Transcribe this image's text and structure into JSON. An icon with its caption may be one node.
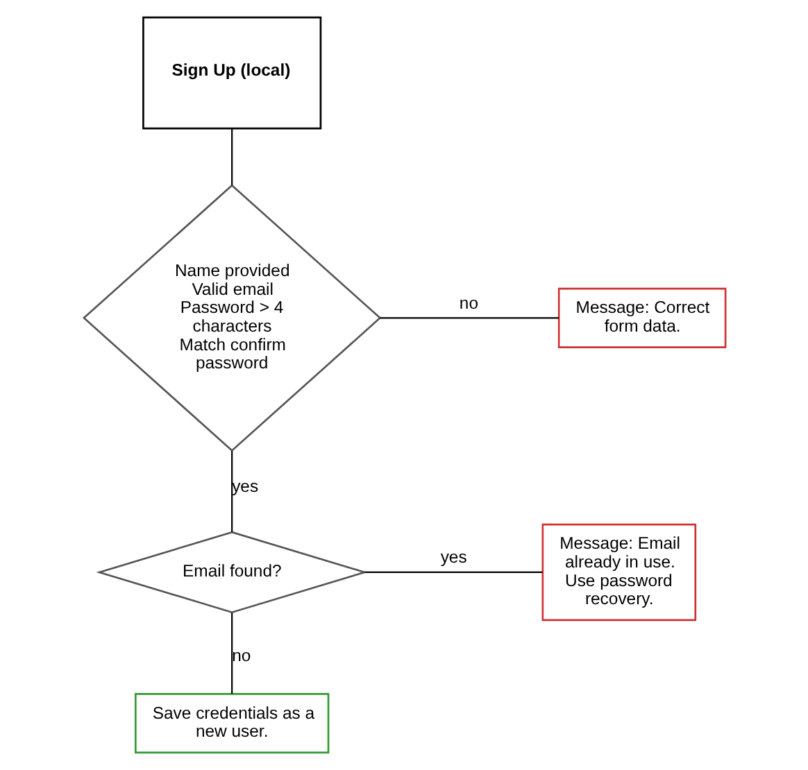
{
  "diagram": {
    "nodes": [
      {
        "text": [
          "Sign Up (local)"
        ]
      },
      {
        "text": [
          "Name provided Valid email Password > 4 characters Match confirm password"
        ]
      },
      {
        "text": [
          "Message: Correct form data."
        ]
      },
      {
        "text": [
          "Email found?"
        ]
      },
      {
        "text": [
          "Message: Email already in use. Use password recovery."
        ]
      },
      {
        "text": [
          "Save credentials as a new user."
        ]
      }
    ],
    "edges": [
      {
        "from": 0,
        "to": 1,
        "arrow": "none"
      },
      {
        "from": 1,
        "to": 2,
        "label": "no",
        "arrow": "none"
      },
      {
        "from": 1,
        "to": 3,
        "label": "yes",
        "arrow": "none"
      },
      {
        "from": 3,
        "to": 4,
        "label": "yes",
        "arrow": "none"
      },
      {
        "from": 3,
        "to": 5,
        "label": "no",
        "arrow": "none"
      }
    ]
  }
}
